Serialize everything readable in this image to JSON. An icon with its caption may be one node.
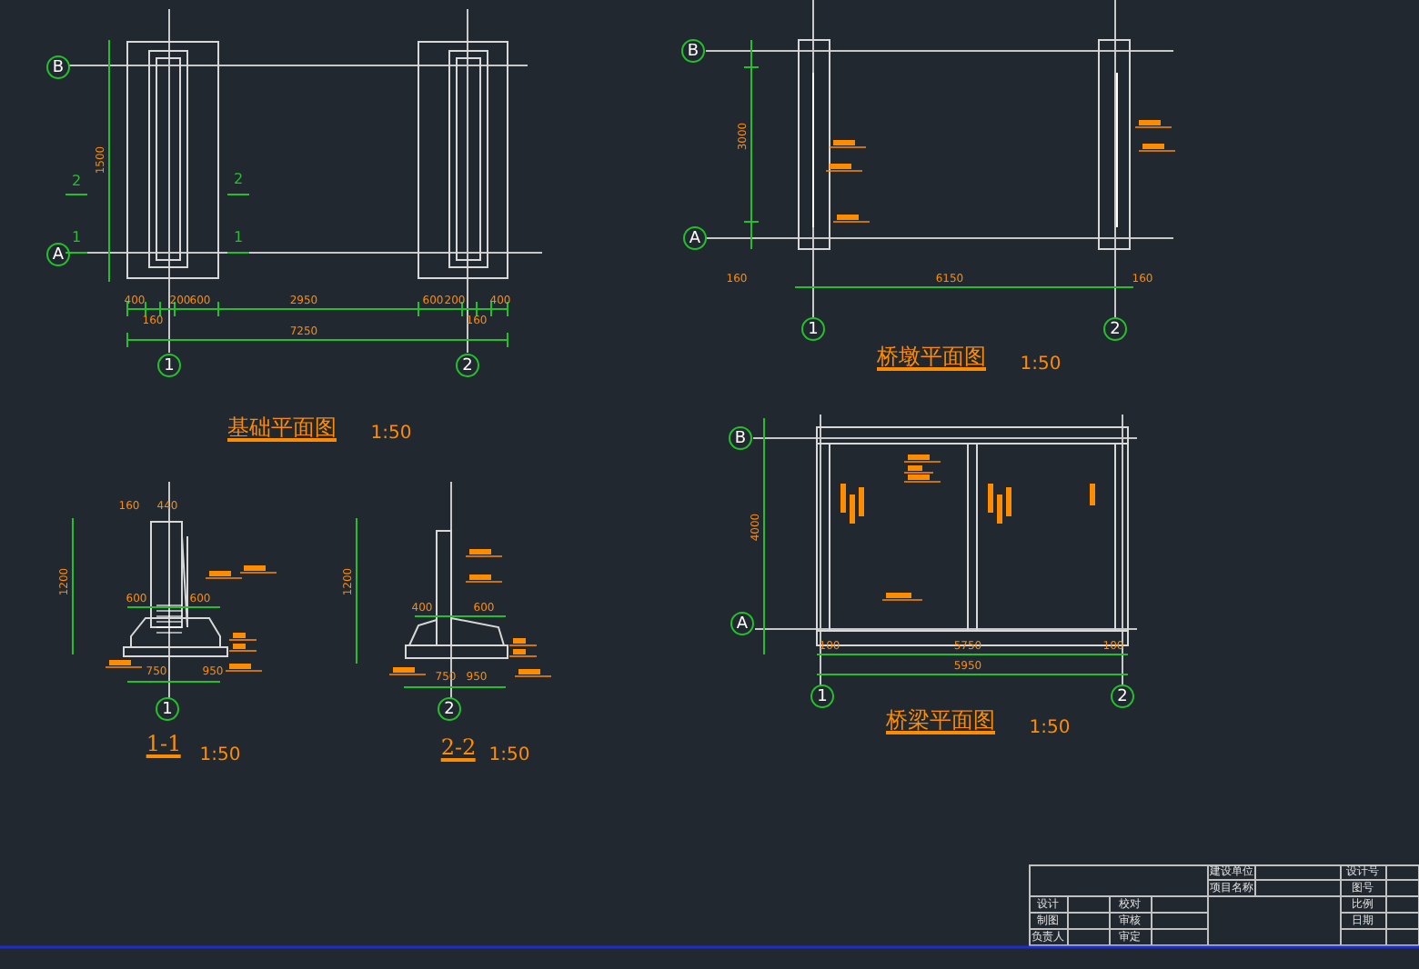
{
  "diagram": {
    "nodes": [
      {
        "text": [
          "B"
        ]
      },
      {
        "text": [
          "A"
        ]
      },
      {
        "text": [
          "1"
        ]
      },
      {
        "text": [
          "2"
        ]
      },
      {
        "text": [
          "B"
        ]
      },
      {
        "text": [
          "A"
        ]
      },
      {
        "text": [
          "1"
        ]
      },
      {
        "text": [
          "2"
        ]
      },
      {
        "text": [
          "1"
        ]
      },
      {
        "text": [
          "2"
        ]
      },
      {
        "text": [
          "B"
        ]
      },
      {
        "text": [
          "A"
        ]
      },
      {
        "text": [
          "1"
        ]
      },
      {
        "text": [
          "2"
        ]
      }
    ],
    "labels": [
      "基础平面图",
      "1:50",
      "桥墩平面图",
      "1:50",
      "1-1",
      "1:50",
      "2-2",
      "1:50",
      "桥梁平面图",
      "1:50",
      "400",
      "160",
      "200",
      "600",
      "2950",
      "600",
      "200",
      "160",
      "400",
      "7250",
      "1500",
      "2",
      "2",
      "1",
      "1",
      "160",
      "6150",
      "160",
      "3000",
      "160",
      "440",
      "600",
      "600",
      "750",
      "950",
      "1200",
      "400",
      "600",
      "750",
      "950",
      "1200",
      "100",
      "5750",
      "100",
      "5950",
      "4000",
      "建设单位",
      "项目名称",
      "设计号",
      "图号",
      "比例",
      "日期",
      "设计",
      "校对",
      "制图",
      "审核",
      "负责人",
      "审定"
    ]
  }
}
